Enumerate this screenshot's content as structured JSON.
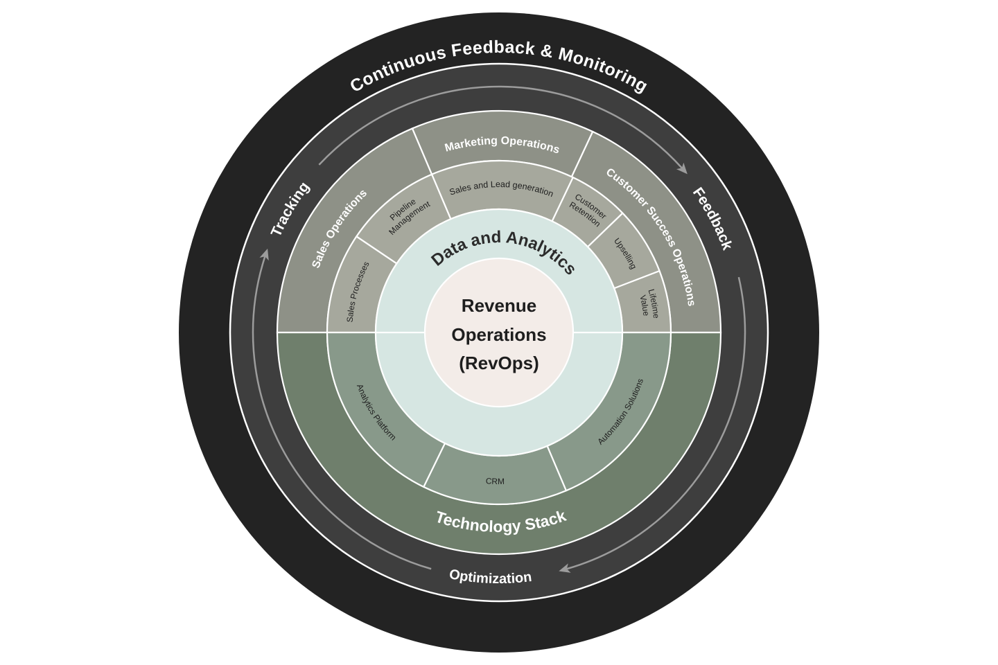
{
  "outer_ring": {
    "title": "Continuous Feedback & Monitoring",
    "cycle": [
      "Tracking",
      "Feedback",
      "Optimization"
    ]
  },
  "sections": {
    "sales_operations": "Sales Operations",
    "marketing_operations": "Marketing Operations",
    "customer_success_operations": "Customer Success Operations",
    "technology_stack": "Technology Stack"
  },
  "subsections": {
    "sales_processes": "Sales Processes",
    "pipeline_management": [
      "Pipeline",
      "Management"
    ],
    "sales_lead_generation": "Sales and Lead generation",
    "customer_retention": [
      "Customer",
      "Retention"
    ],
    "upselling": "Upselling",
    "lifetime_value": [
      "Lifetime",
      "Value"
    ],
    "analytics_platform": "Analytics Platform",
    "crm": "CRM",
    "automation_solutions": "Automation Solutions"
  },
  "data_ring": "Data and Analytics",
  "center": [
    "Revenue",
    "Operations",
    "(RevOps)"
  ],
  "colors": {
    "outer": "#232323",
    "band": "#3e3e3e",
    "upper_outer": "#8e9187",
    "upper_inner": "#a6a89d",
    "lower_outer": "#6f7f6c",
    "lower_inner": "#88998a",
    "data_ring": "#d6e6e2",
    "center": "#f3ece8",
    "arrow": "#9c9c9c"
  }
}
